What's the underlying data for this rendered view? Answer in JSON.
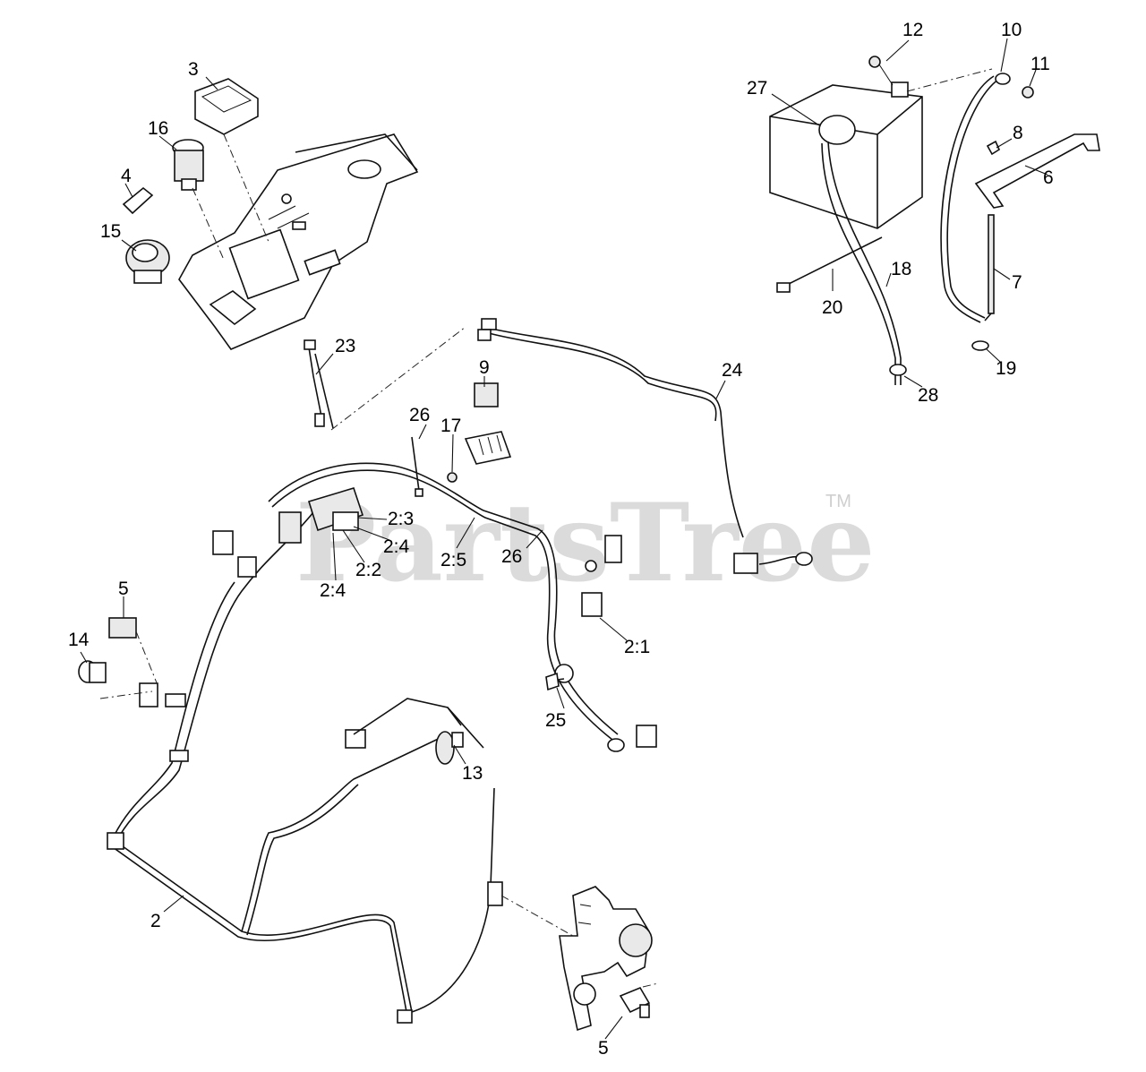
{
  "watermark": {
    "brand": "PartsTree",
    "tm": "TM"
  },
  "callouts": {
    "c2": "2",
    "c2_1": "2:1",
    "c2_2": "2:2",
    "c2_3": "2:3",
    "c2_4a": "2:4",
    "c2_4b": "2:4",
    "c2_5": "2:5",
    "c3": "3",
    "c4": "4",
    "c5a": "5",
    "c5b": "5",
    "c6": "6",
    "c7": "7",
    "c8": "8",
    "c9": "9",
    "c10": "10",
    "c11": "11",
    "c12": "12",
    "c13": "13",
    "c14": "14",
    "c15": "15",
    "c16": "16",
    "c17": "17",
    "c18": "18",
    "c19": "19",
    "c20": "20",
    "c23": "23",
    "c24": "24",
    "c25": "25",
    "c26a": "26",
    "c26b": "26",
    "c27": "27",
    "c28": "28"
  }
}
